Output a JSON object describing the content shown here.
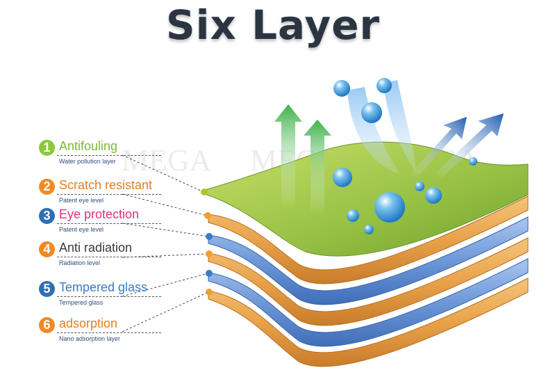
{
  "title": "Six Layer",
  "watermark": "MEGA",
  "colors": {
    "green": "#8dc63f",
    "orange": "#f08a24",
    "blue": "#2e6fb5",
    "pink": "#e0307a",
    "dark": "#3a3a3a",
    "lightblue": "#3a7cc6"
  },
  "layers": [
    {
      "num": "1",
      "name": "Antifouling",
      "sub": "Water pollution layer",
      "badge_color": "#8dc63f",
      "name_color": "#7bb83a",
      "dot_color": "#a9c92b"
    },
    {
      "num": "2",
      "name": "Scratch resistant",
      "sub": "Patent eye level",
      "badge_color": "#f08a24",
      "name_color": "#e67d1e",
      "dot_color": "#f0a030"
    },
    {
      "num": "3",
      "name": "Eye protection",
      "sub": "Patent eye level",
      "badge_color": "#2e6fb5",
      "name_color": "#e0307a",
      "dot_color": "#3a7cc6"
    },
    {
      "num": "4",
      "name": "Anti radiation",
      "sub": "Radiation level",
      "badge_color": "#f08a24",
      "name_color": "#3a3a3a",
      "dot_color": "#f0a030"
    },
    {
      "num": "5",
      "name": "Tempered glass",
      "sub": "Tempered glass",
      "badge_color": "#2e6fb5",
      "name_color": "#3a7cc6",
      "dot_color": "#3a7cc6"
    },
    {
      "num": "6",
      "name": "adsorption",
      "sub": "Nano adsorption layer",
      "badge_color": "#f08a24",
      "name_color": "#e67d1e",
      "dot_color": "#f0a030"
    }
  ]
}
